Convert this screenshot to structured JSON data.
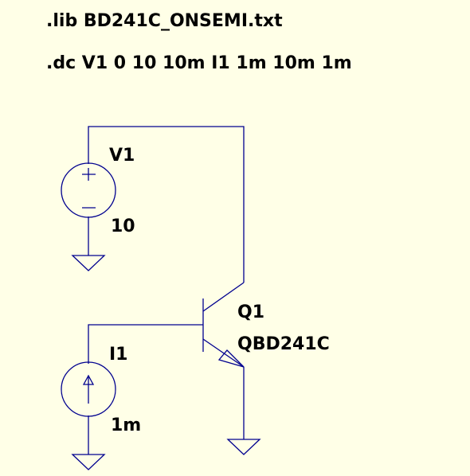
{
  "directives": {
    "lib": ".lib BD241C_ONSEMI.txt",
    "dc": ".dc V1 0 10 10m I1 1m 10m 1m"
  },
  "components": {
    "v1": {
      "name": "V1",
      "value": "10"
    },
    "i1": {
      "name": "I1",
      "value": "1m"
    },
    "q1": {
      "name": "Q1",
      "model": "QBD241C"
    }
  },
  "colors": {
    "background": "#ffffe7",
    "wire": "#00008f",
    "text": "#000000"
  }
}
